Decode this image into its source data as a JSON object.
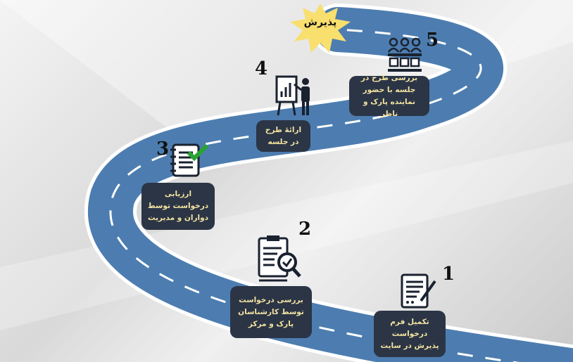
{
  "badge": {
    "label": "پذیرش"
  },
  "steps": [
    {
      "number": "1",
      "text": "تکمیل فرم درخواست پذیرش در سایت"
    },
    {
      "number": "2",
      "text": "بررسی درخواست توسط کارشناسان پارک و مرکز"
    },
    {
      "number": "3",
      "text": "ارزیابی درخواست توسط دواران و مدیریت"
    },
    {
      "number": "4",
      "text": "ارائهٔ طرح در جلسه"
    },
    {
      "number": "5",
      "text": "بررسی طرح در جلسه با حضور نماینده پارک و ناظر"
    }
  ],
  "colors": {
    "road": "#4d7db0",
    "box": "#2b3545",
    "text": "#f3e3a2",
    "star": "#f8df6e"
  }
}
